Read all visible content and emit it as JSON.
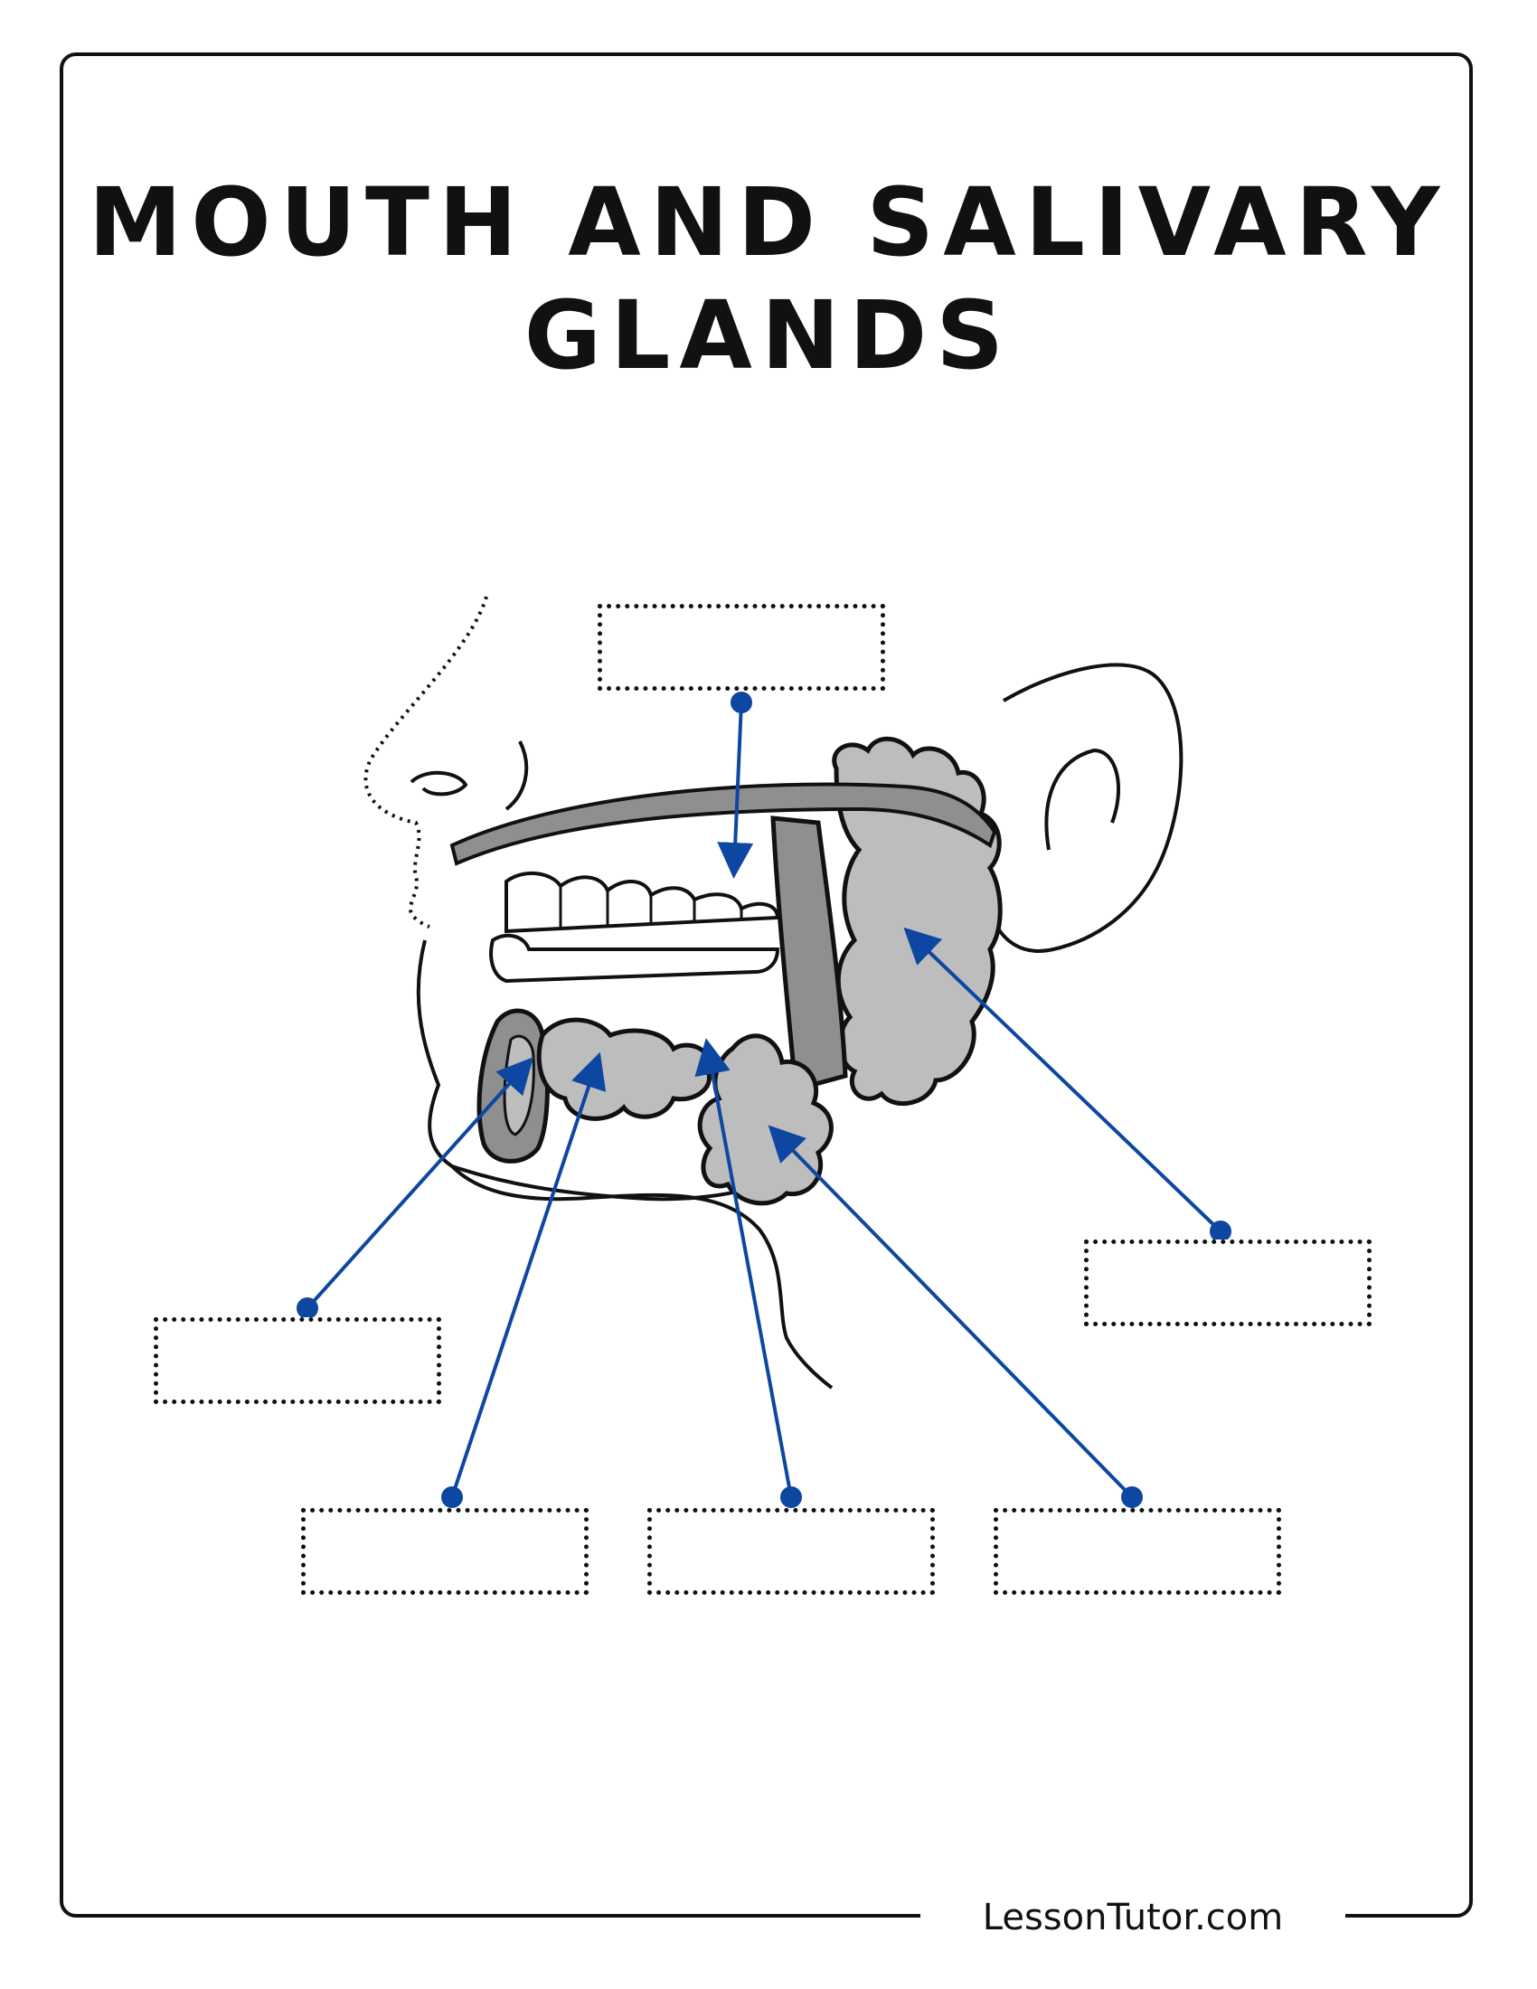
{
  "title": {
    "line1": "MOUTH AND SALIVARY",
    "line2": "GLANDS"
  },
  "footer": {
    "site": "LessonTutor.com"
  },
  "colors": {
    "arrow": "#0d47a1",
    "gland": "#bdbdbd",
    "dark_gland": "#8f8f8f",
    "outline": "#111111"
  },
  "label_boxes": [
    {
      "id": "top",
      "text": ""
    },
    {
      "id": "right",
      "text": ""
    },
    {
      "id": "left",
      "text": ""
    },
    {
      "id": "bottom-1",
      "text": ""
    },
    {
      "id": "bottom-2",
      "text": ""
    },
    {
      "id": "bottom-3",
      "text": ""
    }
  ]
}
